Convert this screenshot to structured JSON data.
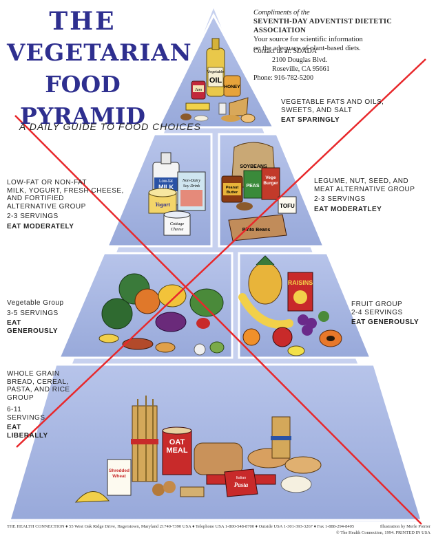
{
  "title": {
    "line1": "THE",
    "line2": "VEGETARIAN",
    "line3": "FOOD PYRAMID"
  },
  "subtitle": "A DAILY GUIDE TO FOOD CHOICES",
  "compliments": {
    "line1": "Compliments of the",
    "line2": "SEVENTH-DAY ADVENTIST DIETETIC ASSOCIATION",
    "line3": "Your source for scientific information",
    "line4": "on the adequacy of plant-based diets."
  },
  "contact": {
    "label": "Contact us at: SDADA",
    "street": "2100 Douglas Blvd.",
    "city": "Roseville, CA  95661",
    "phone": "Phone: 916-782-5200"
  },
  "groups": {
    "fats": {
      "name1": "VEGETABLE FATS AND OILS,",
      "name2": "SWEETS, AND SALT",
      "eat": "EAT SPARINGLY"
    },
    "dairy": {
      "name1": "LOW-FAT OR NON-FAT",
      "name2": "MILK, YOGURT, FRESH CHEESE,",
      "name3": "AND FORTIFIED",
      "name4": "ALTERNATIVE GROUP",
      "servings": "2-3 SERVINGS",
      "eat": "EAT MODERATELY"
    },
    "legume": {
      "name1": "LEGUME, NUT, SEED, AND",
      "name2": "MEAT ALTERNATIVE GROUP",
      "servings": "2-3 SERVINGS",
      "eat": "EAT MODERATLEY"
    },
    "vegetable": {
      "name1": "Vegetable Group",
      "servings": "3-5 SERVINGS",
      "eat1": "EAT",
      "eat2": "GENEROUSLY"
    },
    "fruit": {
      "name1": "FRUIT GROUP",
      "servings": "2-4 SERVINGS",
      "eat": "EAT GENEROUSLY"
    },
    "grain": {
      "name1": "WHOLE GRAIN",
      "name2": "BREAD, CEREAL,",
      "name3": "PASTA, AND RICE",
      "name4": "GROUP",
      "servings1": "6-11",
      "servings2": "SERVINGS",
      "eat1": "EAT",
      "eat2": "LIBERALLY"
    }
  },
  "labels": {
    "oil_bottle": "Vegetable",
    "oil": "OIL",
    "jam": "Jam",
    "honey": "HONEY",
    "milk_top": "Low-fat",
    "milk": "MILK",
    "soy1": "Non-Dairy",
    "soy2": "Soy Drink",
    "yogurt": "Yogurt",
    "cottage1": "Cottage",
    "cottage2": "Cheese",
    "soybeans": "SOYBEANS",
    "peanut": "Peanut",
    "butter": "Butter",
    "peas": "PEAS",
    "vege": "Vege",
    "burger": "Burger",
    "tofu": "TOFU",
    "pinto": "Pinto Beans",
    "raisins": "RAISINS",
    "oat": "OAT",
    "meal": "MEAL",
    "shredded": "Shredded",
    "wheat": "Wheat",
    "pasta": "Pasta",
    "italian": "Italian"
  },
  "footer": {
    "left": "THE HEALTH CONNECTION ♦ 55 West Oak Ridge Drive, Hagerstown, Maryland 21740-7390 USA ♦ Telephone USA 1-800-548-8700 ♦ Outside USA 1-301-393-3267 ♦ Fax 1-888-294-8405",
    "right": "Illustration by Merle Poirier",
    "right2": "© The Health Connection, 1994. PRINTED IN USA"
  },
  "colors": {
    "tier": "#a9b8e2",
    "tier_dark": "#8e9fd3",
    "title": "#2e2f8f",
    "cross": "#e8282b"
  }
}
